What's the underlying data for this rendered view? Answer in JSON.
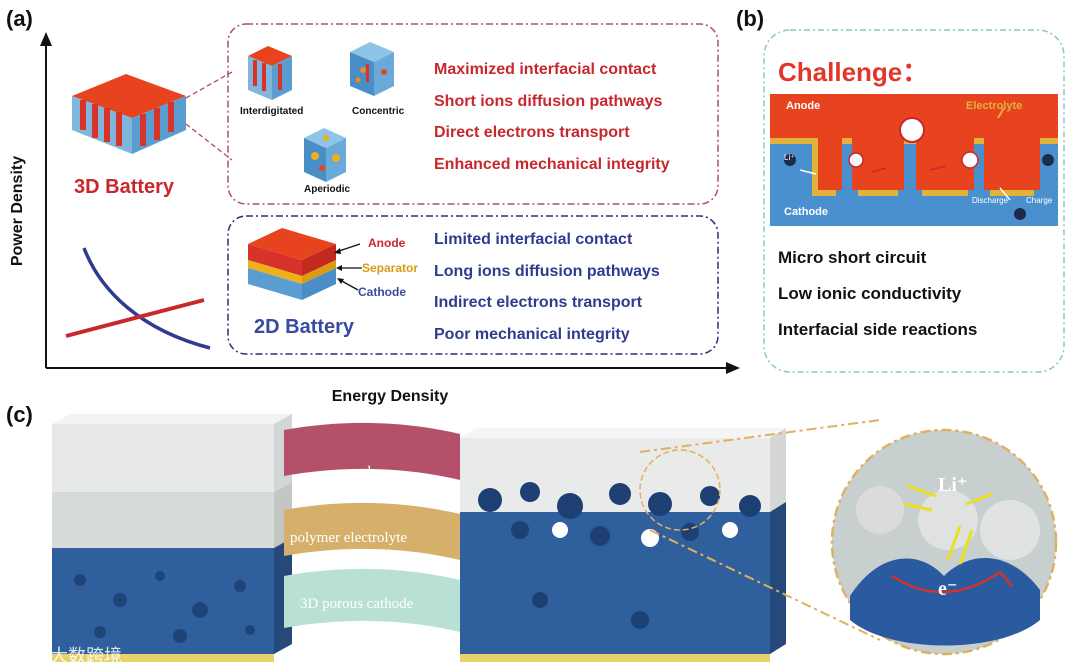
{
  "panels": {
    "a": "(a)",
    "b": "(b)",
    "c": "(c)"
  },
  "panel_a": {
    "y_axis": "Power Density",
    "x_axis": "Energy Density",
    "battery_3d": {
      "title": "3D Battery",
      "architectures": [
        "Interdigitated",
        "Concentric",
        "Aperiodic"
      ],
      "features": [
        "Maximized interfacial contact",
        "Short ions diffusion pathways",
        "Direct electrons transport",
        "Enhanced mechanical integrity"
      ]
    },
    "battery_2d": {
      "title": "2D Battery",
      "layers": [
        "Anode",
        "Separator",
        "Cathode"
      ],
      "features": [
        "Limited interfacial contact",
        "Long ions diffusion pathways",
        "Indirect electrons transport",
        "Poor mechanical integrity"
      ]
    }
  },
  "panel_b": {
    "title": "Challenge：",
    "schematic": {
      "anode": "Anode",
      "electrolyte": "Electrolyte",
      "cathode": "Cathode",
      "discharge": "Discharge",
      "charge": "Charge",
      "ion": "Li⁺"
    },
    "challenges": [
      "Micro short circuit",
      "Low ionic conductivity",
      "Interfacial side reactions"
    ]
  },
  "panel_c": {
    "ribbons": [
      "anode",
      "polymer electrolyte",
      "3D porous cathode"
    ],
    "zoom": {
      "ion": "Li⁺",
      "electron": "e⁻"
    }
  },
  "watermark": "大数跨境",
  "colors": {
    "red": "#c8272c",
    "blue": "#27307a",
    "orange": "#f08a1c",
    "cathode_blue": "#2f5f9c",
    "electrolyte_gold": "#e2b23a"
  }
}
